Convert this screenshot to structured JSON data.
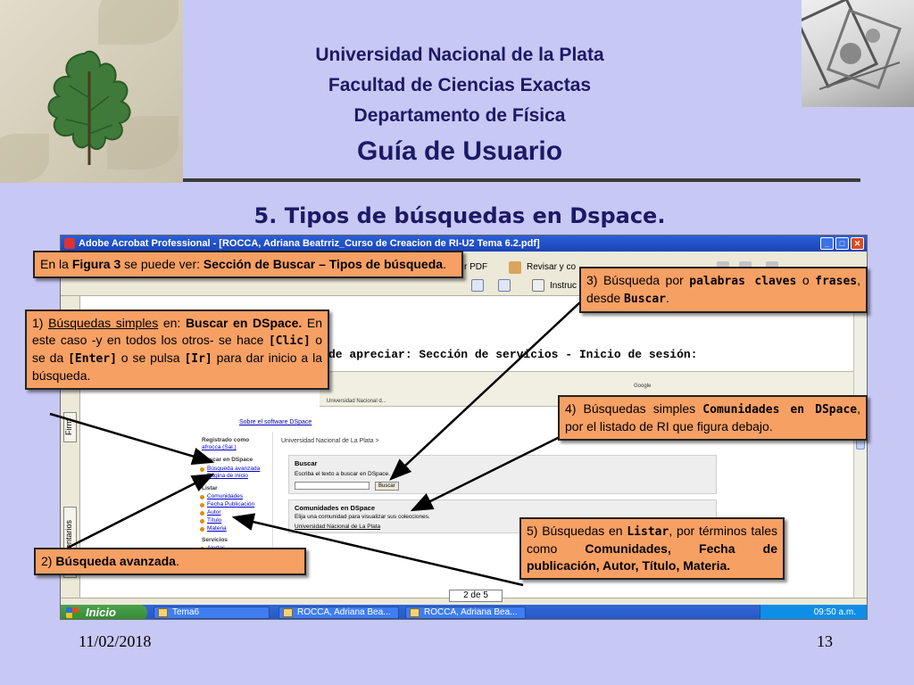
{
  "header": {
    "line1": "Universidad Nacional de la Plata",
    "line2": "Facultad de Ciencias Exactas",
    "line3": "Departamento de Física",
    "line4": "Guía de Usuario"
  },
  "section_title": "5. Tipos de búsquedas en Dspace.",
  "screenshot": {
    "window_title": "Adobe Acrobat Professional - [ROCCA, Adriana Beatrriz_Curso de Creacion de RI-U2 Tema 6.2.pdf]",
    "toolbar": {
      "pdf_label": "r PDF",
      "review_label": "Revisar y co",
      "instruct_label": "Instruc"
    },
    "left_tabs": [
      "Firm",
      "Comentarios"
    ],
    "doc_heading": "de apreciar: Sección de servicios - Inicio de sesión:",
    "browser_title": "Universidad Nacional d...",
    "browser_google": "Google",
    "site": {
      "top_link": "Sobre el software DSpace",
      "side": {
        "registered": "Registrado como",
        "registered2": "afrocca (Sal.)",
        "search_heading": "Buscar en DSpace",
        "advanced": "Búsqueda avanzada",
        "home": "Página de inicio",
        "list_heading": "Listar",
        "list_items": [
          "Comunidades",
          "Fecha Publicación",
          "Autor",
          "Título",
          "Materia"
        ],
        "services_heading": "Servicios",
        "alerts": "Alertas"
      },
      "main": {
        "breadcrumb": "Universidad Nacional de La Plata >",
        "search_heading": "Buscar",
        "search_hint": "Escriba el texto a buscar en DSpace.",
        "search_button": "Buscar",
        "communities_heading": "Comunidades en DSpace",
        "communities_hint": "Elija una comunidad para visualizar sus colecciones.",
        "community_link": "Universidad Nacional de La Plata"
      }
    },
    "pager": "2 de 5",
    "taskbar": {
      "start": "Inicio",
      "items": [
        "Tema6",
        "ROCCA, Adriana Bea...",
        "ROCCA, Adriana Bea..."
      ],
      "clock": "09:50 a.m."
    }
  },
  "callouts": {
    "c1": {
      "t1": "En la ",
      "b1": "Figura 3",
      "t2": " se puede ver: ",
      "b2": "Sección de Buscar – Tipos de búsqueda",
      "t3": "."
    },
    "c2": {
      "t1": "1) ",
      "u1": "Búsquedas simples",
      "t2": " en: ",
      "b1": "Buscar en DSpace.",
      "t3": " En este caso -y en todos los otros- se hace ",
      "m1": "[Clic]",
      "t4": " o se da ",
      "m2": "[Enter]",
      "t5": " o se pulsa ",
      "m3": "[Ir]",
      "t6": " para dar inicio a la búsqueda."
    },
    "c3": {
      "t1": "3) Búsqueda por ",
      "m1": "palabras claves",
      "t2": " o ",
      "m2": "frases",
      "t3": ", desde ",
      "m3": "Buscar",
      "t4": "."
    },
    "c4": {
      "t1": "4) Búsquedas simples ",
      "m1": "Comunidades en DSpace",
      "t2": ", por el listado de RI que figura debajo."
    },
    "c5": {
      "t1": "5) Búsquedas en ",
      "m1": "Listar",
      "t2": ", por términos tales como ",
      "b1": "Comunidades, Fecha de publicación, Autor, Título, Materia."
    },
    "c6": {
      "t1": "2) ",
      "b1": "Búsqueda avanzada",
      "t2": "."
    }
  },
  "footer": {
    "date": "11/02/2018",
    "page": "13"
  },
  "colors": {
    "background": "#c8c8f4",
    "heading": "#1a1a66",
    "callout": "#f7a064"
  }
}
